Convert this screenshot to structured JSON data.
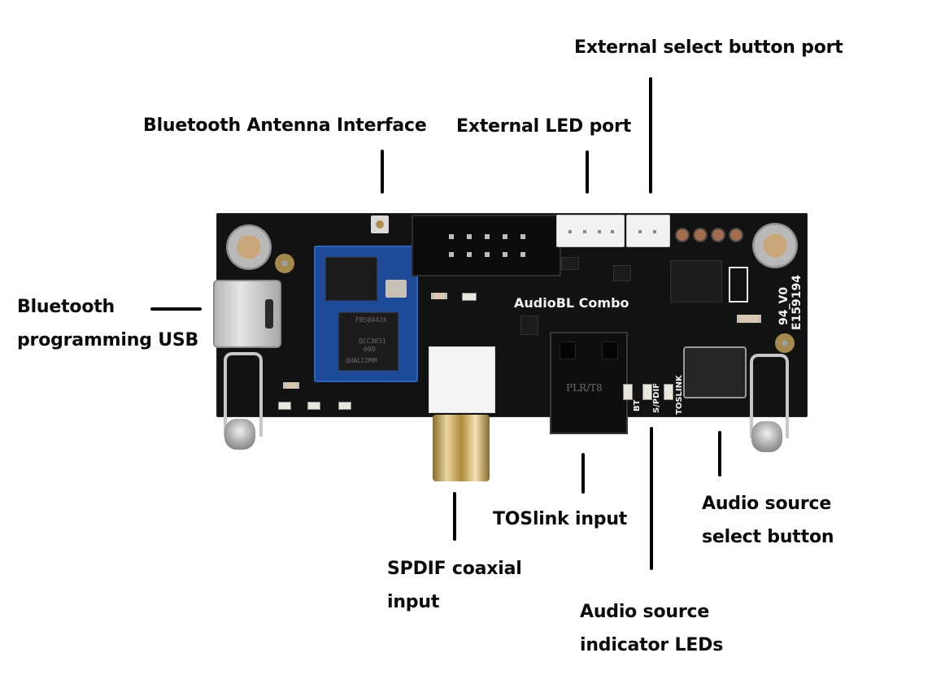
{
  "labels": {
    "bt_antenna": "Bluetooth Antenna Interface",
    "ext_led_port": "External LED port",
    "ext_select_port": "External select button port",
    "bt_usb_line1": "Bluetooth",
    "bt_usb_line2": "programming USB",
    "spdif_line1": "SPDIF coaxial",
    "spdif_line2": "input",
    "toslink_input": "TOSlink input",
    "indicator_line1": "Audio source",
    "indicator_line2": "indicator LEDs",
    "select_btn_line1": "Audio source",
    "select_btn_line2": "select button"
  },
  "board": {
    "product_name": "AudioBL Combo",
    "led_labels": [
      "BT",
      "S/PDIF",
      "TOSLINK"
    ],
    "rating_line1": "94_V0",
    "rating_line2": "E159194",
    "toslink_marking": "PLR/T8",
    "bt_module_marking_1": "FB5044JX",
    "bt_module_marking_2": "QCC3031",
    "bt_module_marking_3": "000",
    "bt_module_brand": "QUALCOMM"
  }
}
